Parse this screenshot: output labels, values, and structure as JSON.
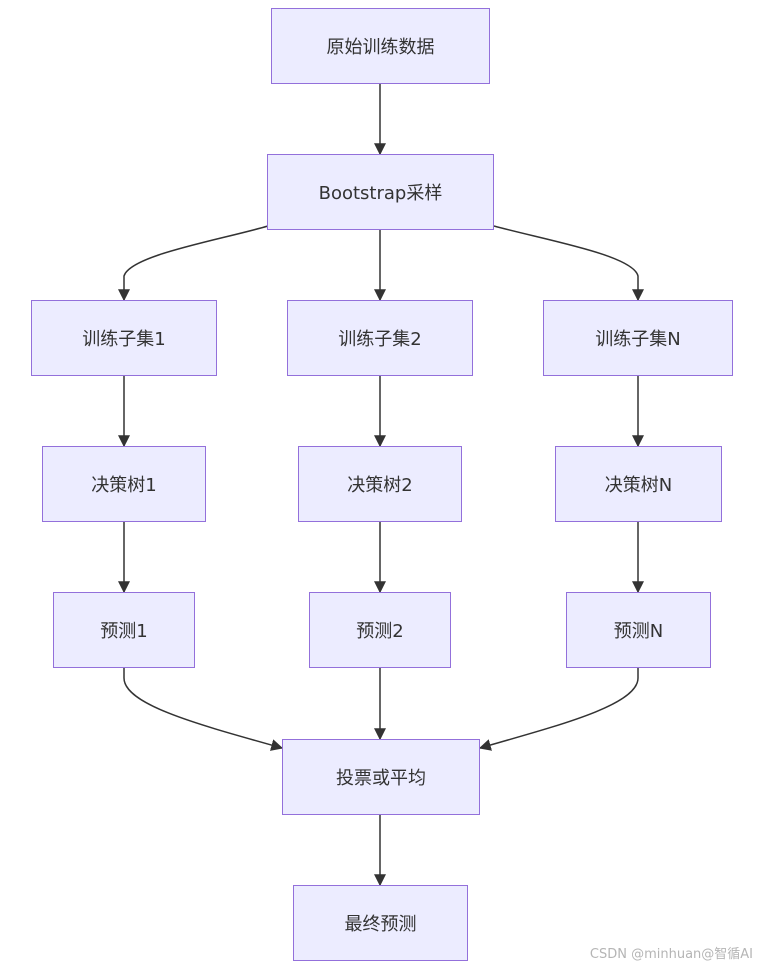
{
  "nodes": {
    "raw_data": "原始训练数据",
    "bootstrap": "Bootstrap采样",
    "subset_1": "训练子集1",
    "subset_2": "训练子集2",
    "subset_n": "训练子集N",
    "tree_1": "决策树1",
    "tree_2": "决策树2",
    "tree_n": "决策树N",
    "pred_1": "预测1",
    "pred_2": "预测2",
    "pred_n": "预测N",
    "vote": "投票或平均",
    "final": "最终预测"
  },
  "watermark": "CSDN @minhuan@智循AI",
  "colors": {
    "node_fill": "#ECECFF",
    "node_border": "#9370DB",
    "edge": "#333333",
    "text": "#333333"
  }
}
